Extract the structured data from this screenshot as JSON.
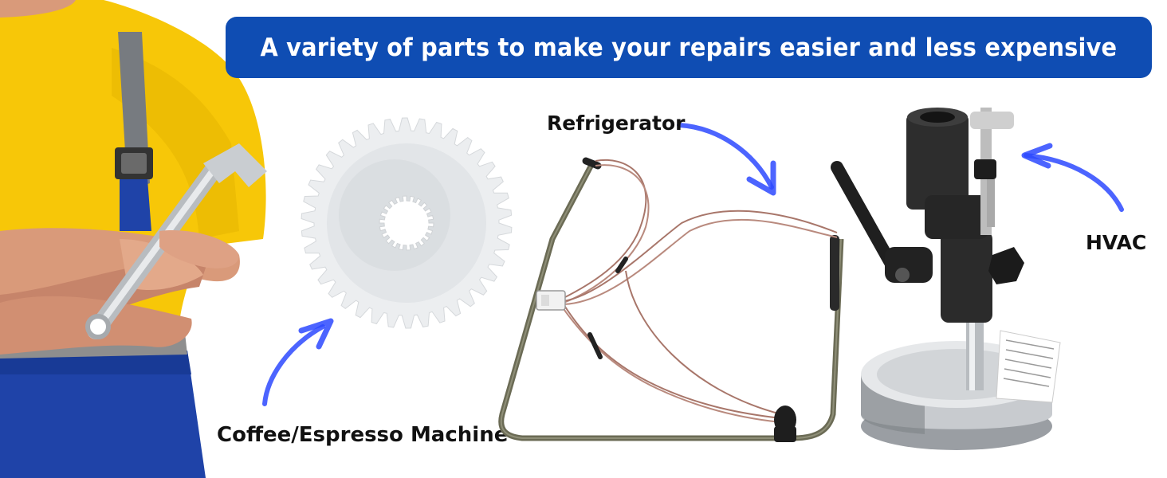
{
  "banner": {
    "headline": "A variety of parts to make your repairs easier and less expensive"
  },
  "colors": {
    "banner_bg": "#0f4db3",
    "banner_text": "#ffffff",
    "arrow": "#2d49ff",
    "shirt": "#f7c708",
    "overalls": "#1f43a8"
  },
  "products": [
    {
      "label": "Coffee/Espresso Machine",
      "image": "gear-icon"
    },
    {
      "label": "Refrigerator",
      "image": "defrost-heater-icon"
    },
    {
      "label": "HVAC",
      "image": "magnetic-stand-icon"
    }
  ],
  "decorations": {
    "person": "repair-technician-with-wrench",
    "arrows": "blue-hand-drawn-arrow-icon"
  }
}
